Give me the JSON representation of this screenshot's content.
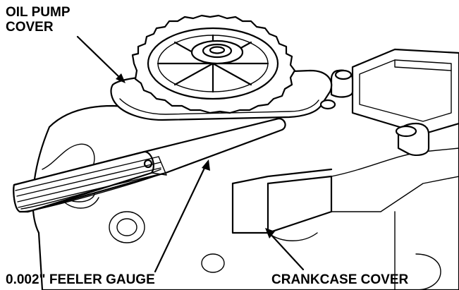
{
  "labels": {
    "oil_pump_cover_line1": "OIL PUMP",
    "oil_pump_cover_line2": "COVER",
    "feeler_gauge": "0.002\" FEELER GAUGE",
    "crankcase_cover": "CRANKCASE COVER"
  },
  "colors": {
    "line": "#000000",
    "background": "#ffffff"
  }
}
